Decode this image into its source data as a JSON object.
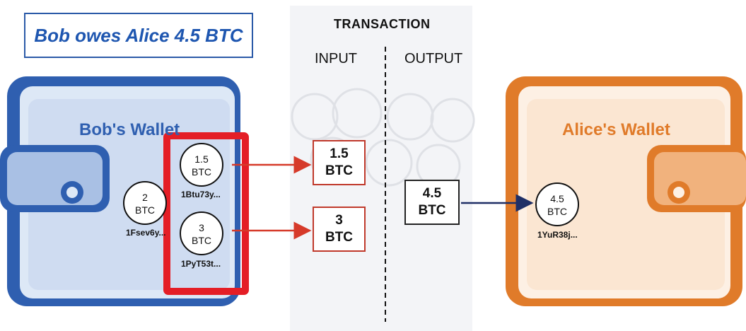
{
  "title": "Bob owes Alice 4.5 BTC",
  "transaction": {
    "heading": "TRANSACTION",
    "input_label": "INPUT",
    "output_label": "OUTPUT",
    "inputs": [
      {
        "amount": "1.5",
        "unit": "BTC"
      },
      {
        "amount": "3",
        "unit": "BTC"
      }
    ],
    "output": {
      "amount": "4.5",
      "unit": "BTC"
    }
  },
  "bob_wallet": {
    "label": "Bob's Wallet",
    "coins": [
      {
        "amount": "2",
        "unit": "BTC",
        "address": "1Fsev6y..."
      },
      {
        "amount": "1.5",
        "unit": "BTC",
        "address": "1Btu73y..."
      },
      {
        "amount": "3",
        "unit": "BTC",
        "address": "1PyT53t..."
      }
    ]
  },
  "alice_wallet": {
    "label": "Alice's Wallet",
    "coins": [
      {
        "amount": "4.5",
        "unit": "BTC",
        "address": "1YuR38j..."
      }
    ]
  },
  "colors": {
    "bob_blue": "#2f5fb0",
    "bob_fill": "#dde8f6",
    "alice_orange": "#e07b2a",
    "alice_fill": "#fbe6d2",
    "highlight_red": "#e41e26",
    "arrow_red": "#d63a2a",
    "arrow_navy": "#1f2f66"
  }
}
